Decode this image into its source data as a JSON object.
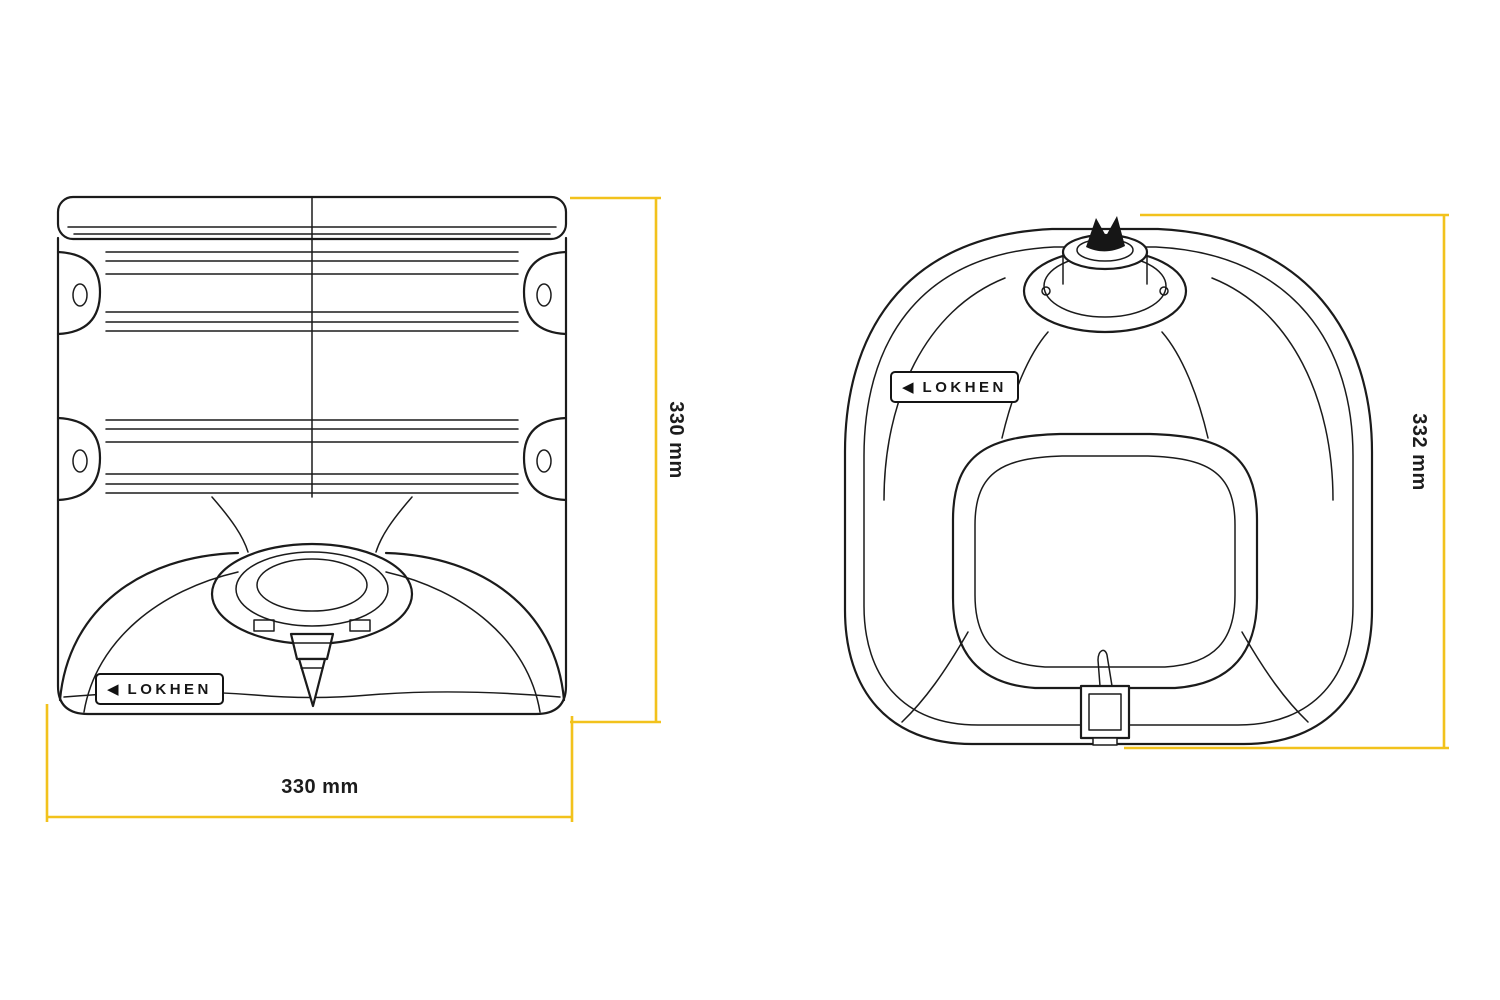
{
  "colors": {
    "background": "#ffffff",
    "line": "#1b1b1b",
    "dimension": "#f2c21c"
  },
  "brand": {
    "logo_text": "LOKHEN",
    "triangle_glyph": "◀"
  },
  "views": {
    "front": {
      "height_dimension": "330 mm",
      "width_dimension": "330 mm"
    },
    "side": {
      "height_dimension": "332 mm"
    }
  }
}
